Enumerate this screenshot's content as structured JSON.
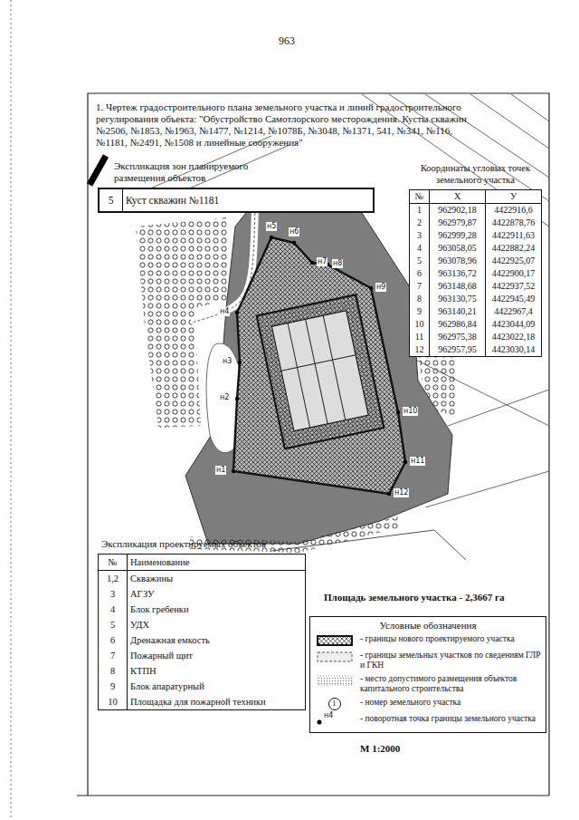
{
  "diagram": {
    "title": "1. Чертеж градостроительного плана земельного участка и линий градостроительного регулирования объекта: \"Обустройство Самотлорского месторождения. Кусты скважин №2506, №1853, №1963, №1477, №1214, №1078Б, №3048, №1371, 541, №341, №116, №1181, №2491, №1508 и линейные сооружения\"",
    "nodes": [
      {
        "text": [
          "Экспликация зон планируемого размещения объектов",
          "5",
          "Куст скважин №1181"
        ]
      },
      {
        "text": [
          "Координаты угловых точек земельного участка",
          "№",
          "X",
          "У",
          "1",
          "962902,18",
          "4422916,6",
          "2",
          "962979,87",
          "4422878,76",
          "3",
          "962999,28",
          "4422911,63",
          "4",
          "963058,05",
          "4422882,24",
          "5",
          "963078,96",
          "4422925,07",
          "6",
          "963136,72",
          "4422900,17",
          "7",
          "963148,68",
          "4422937,52",
          "8",
          "963130,75",
          "4422945,49",
          "9",
          "963140,21",
          "4422967,4",
          "10",
          "962986,84",
          "4423044,09",
          "11",
          "962975,38",
          "4423022,18",
          "12",
          "962957,95",
          "4423030,14"
        ]
      },
      {
        "text": [
          "Экспликация проектируемых объектов",
          "№",
          "Наименование",
          "1,2",
          "Скважины",
          "3",
          "АГЗУ",
          "4",
          "Блок гребенки",
          "5",
          "УДХ",
          "6",
          "Дренажная емкость",
          "7",
          "Пожарный щит",
          "8",
          "КТПН",
          "9",
          "Блок апаратурный",
          "10",
          "Площадка для пожарной техники"
        ]
      },
      {
        "text": [
          "Условные обозначения"
        ]
      }
    ],
    "labels": [
      "963",
      "Площадь земельного участка - 2,3667 га",
      "М 1:2000",
      "н1",
      "н2",
      "н3",
      "н4",
      "н5",
      "н6",
      "н7",
      "н8",
      "н9",
      "н10",
      "н11",
      "н12",
      "1",
      "н4"
    ],
    "legend": [
      {
        "text": "- границы нового проектируемого участка"
      },
      {
        "text": "- границы земельных участков по сведениям ГЛР и ГКН"
      },
      {
        "text": "- место допустимого размещения объектов капитального строительства"
      },
      {
        "text": "- номер земельного участка"
      },
      {
        "text": "- поворотная точка границы земельного участка"
      }
    ]
  }
}
